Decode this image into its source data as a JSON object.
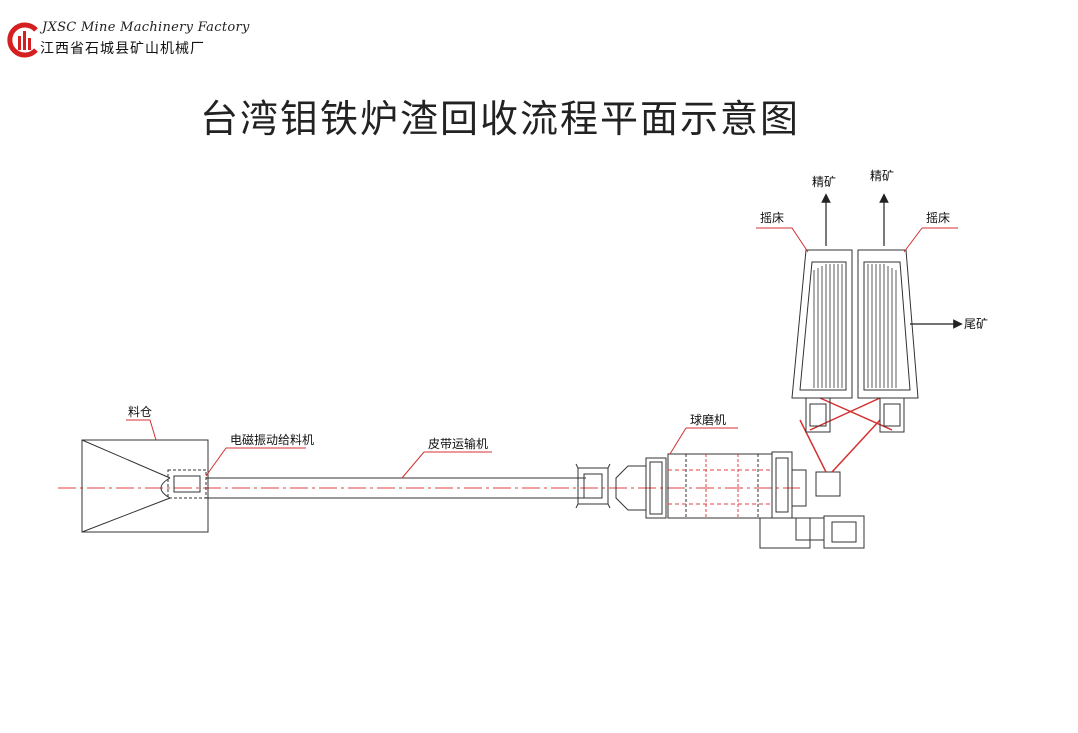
{
  "header": {
    "company_en": "JXSC Mine Machinery Factory",
    "company_cn": "江西省石城县矿山机械厂"
  },
  "title": "台湾钼铁炉渣回收流程平面示意图",
  "labels": {
    "hopper": "料仓",
    "feeder": "电磁振动给料机",
    "conveyor": "皮带运输机",
    "ball_mill": "球磨机",
    "shaking_table_left": "摇床",
    "shaking_table_right": "摇床",
    "concentrate_left": "精矿",
    "concentrate_right": "精矿",
    "tailings": "尾矿"
  },
  "colors": {
    "leader": "#d43030",
    "centerline": "#e04040",
    "line": "#333333",
    "logo": "#d42020"
  }
}
